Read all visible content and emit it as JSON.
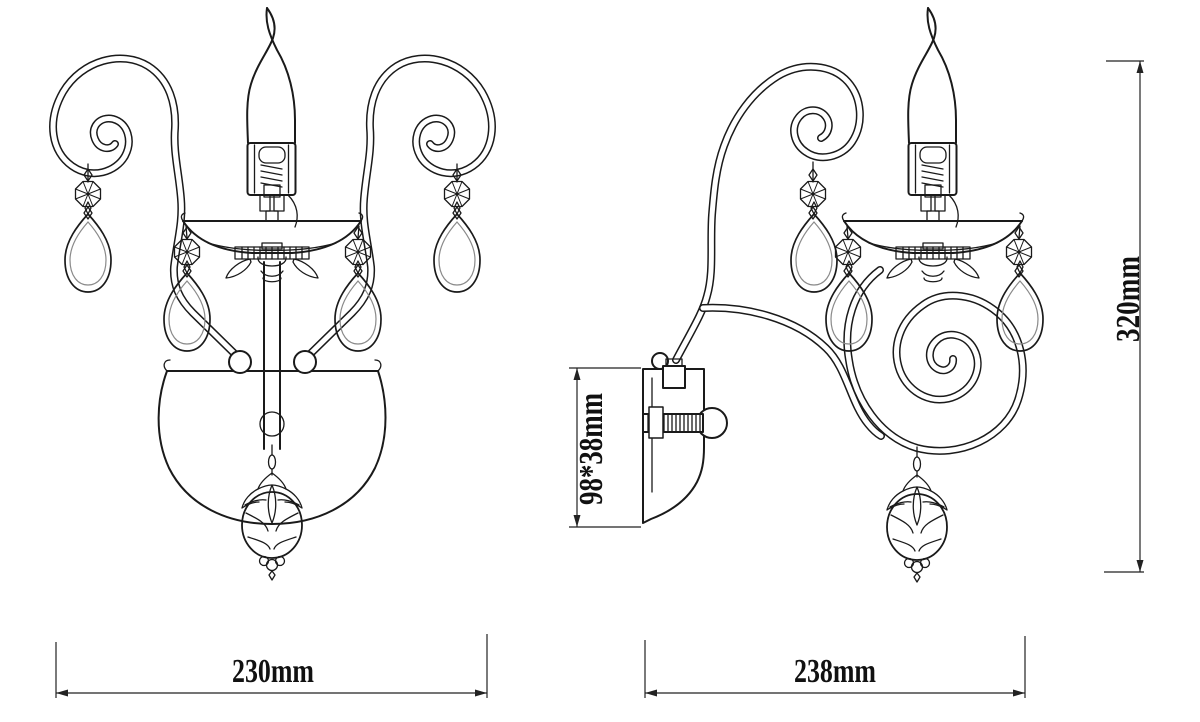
{
  "meta": {
    "background": "#ffffff",
    "line_color": "#1a1a1a",
    "dimension_color": "#222222"
  },
  "dimensions": {
    "front_width": "230mm",
    "side_width": "238mm",
    "overall_height": "320mm",
    "backplate": "98*38mm"
  }
}
